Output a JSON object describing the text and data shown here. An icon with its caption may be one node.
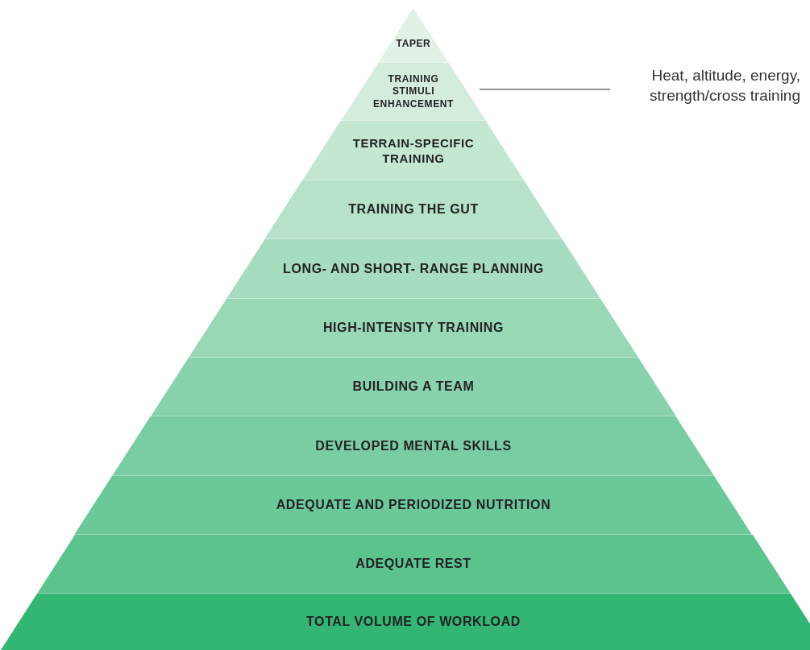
{
  "diagram": {
    "nodes": [
      {
        "text": [
          "TAPER"
        ]
      },
      {
        "text": [
          "TRAINING STIMULI ENHANCEMENT"
        ]
      },
      {
        "text": [
          "TERRAIN-SPECIFIC TRAINING"
        ]
      },
      {
        "text": [
          "TRAINING THE GUT"
        ]
      },
      {
        "text": [
          "LONG- AND SHORT- RANGE PLANNING"
        ]
      },
      {
        "text": [
          "HIGH-INTENSITY TRAINING"
        ]
      },
      {
        "text": [
          "BUILDING A TEAM"
        ]
      },
      {
        "text": [
          "DEVELOPED MENTAL SKILLS"
        ]
      },
      {
        "text": [
          "ADEQUATE AND PERIODIZED NUTRITION"
        ]
      },
      {
        "text": [
          "ADEQUATE REST"
        ]
      },
      {
        "text": [
          "TOTAL VOLUME OF WORKLOAD"
        ]
      },
      {
        "text": [
          "Heat, altitude, energy, strength/cross training"
        ]
      }
    ],
    "edges": [
      {
        "from": 11,
        "to": 1,
        "arrow": "none"
      }
    ]
  }
}
